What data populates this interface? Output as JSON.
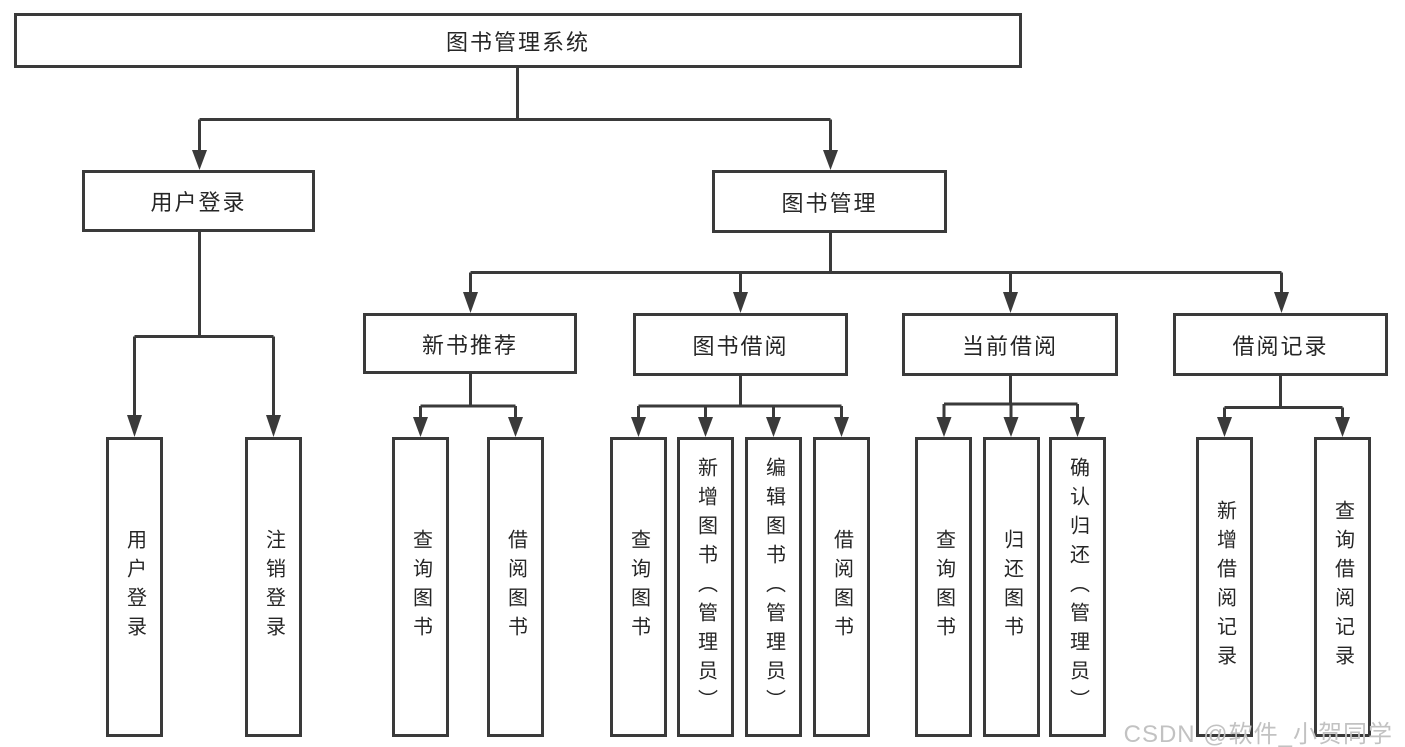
{
  "tree": {
    "root": {
      "label": "图书管理系统"
    },
    "level2": [
      {
        "label": "用户登录"
      },
      {
        "label": "图书管理"
      }
    ],
    "level3": [
      {
        "label": "新书推荐",
        "parent": "图书管理"
      },
      {
        "label": "图书借阅",
        "parent": "图书管理"
      },
      {
        "label": "当前借阅",
        "parent": "图书管理"
      },
      {
        "label": "借阅记录",
        "parent": "图书管理"
      }
    ],
    "leaves": [
      {
        "label": "用户登录",
        "parent": "用户登录"
      },
      {
        "label": "注销登录",
        "parent": "用户登录"
      },
      {
        "label": "查询图书",
        "parent": "新书推荐"
      },
      {
        "label": "借阅图书",
        "parent": "新书推荐"
      },
      {
        "label": "查询图书",
        "parent": "图书借阅"
      },
      {
        "label": "新增图书（管理员）",
        "parent": "图书借阅"
      },
      {
        "label": "编辑图书（管理员）",
        "parent": "图书借阅"
      },
      {
        "label": "借阅图书",
        "parent": "图书借阅"
      },
      {
        "label": "查询图书",
        "parent": "当前借阅"
      },
      {
        "label": "归还图书",
        "parent": "当前借阅"
      },
      {
        "label": "确认归还（管理员）",
        "parent": "当前借阅"
      },
      {
        "label": "新增借阅记录",
        "parent": "借阅记录"
      },
      {
        "label": "查询借阅记录",
        "parent": "借阅记录"
      }
    ]
  },
  "watermark": {
    "text": "CSDN @软件_小贺同学"
  },
  "colors": {
    "line": "#3a3a3a",
    "text": "#262626",
    "watermark": "#c2c2c2",
    "background": "#ffffff"
  }
}
